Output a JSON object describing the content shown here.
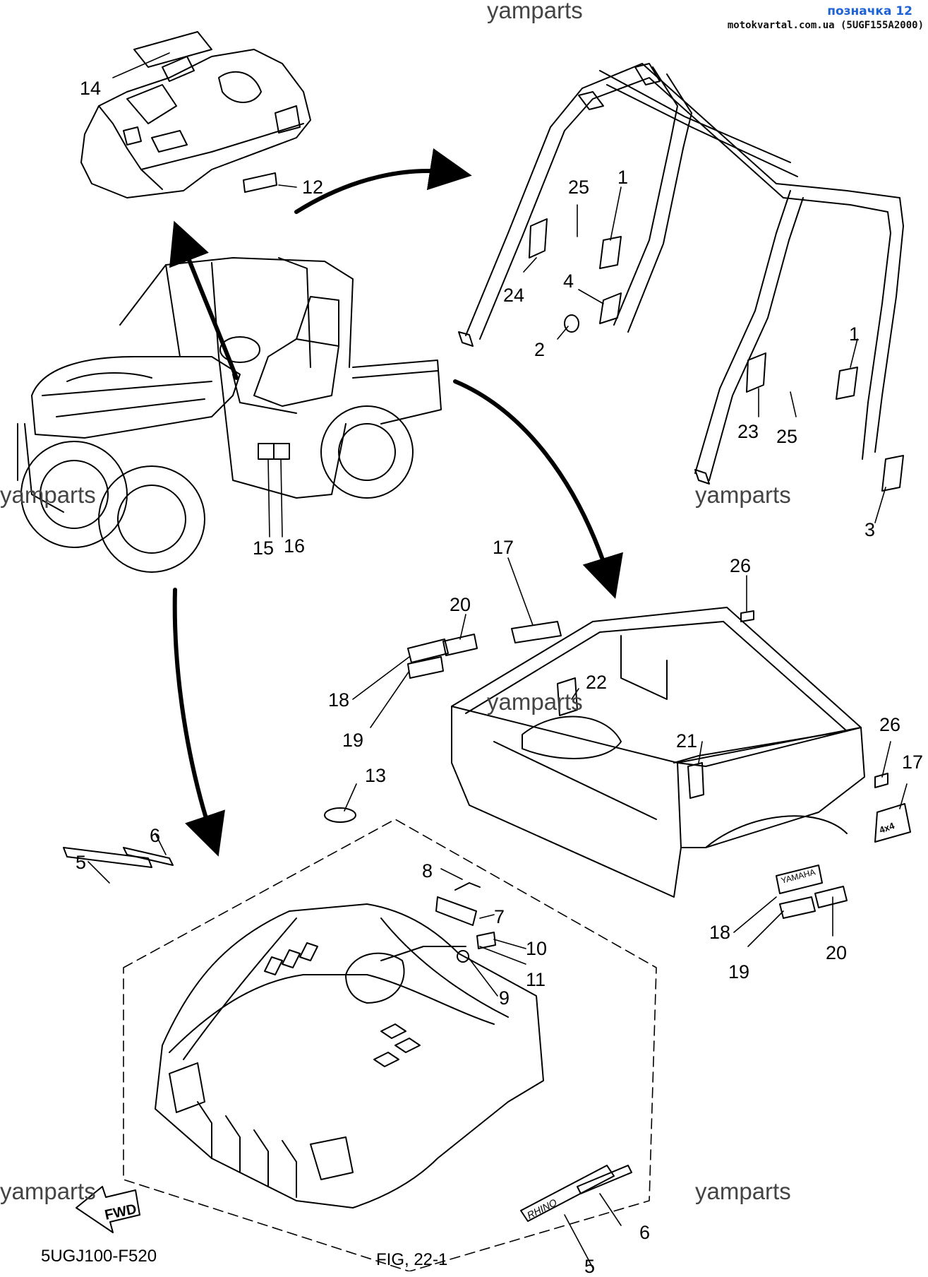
{
  "header": {
    "title": "позначка 12",
    "site": "motokvartal.com.ua (5UGF155A2000)"
  },
  "watermarks": [
    "yamparts",
    "yamparts",
    "yamparts",
    "yamparts",
    "yamparts",
    "yamparts"
  ],
  "diagram_code": "5UGJ100-F520",
  "figure_ref": "FIG, 22-1",
  "fwd_text": "FWD",
  "decal_text": {
    "bed_logo": "YAMAHA",
    "badge": "4x4",
    "hood_stripe": "RHINO"
  },
  "callouts": [
    "14",
    "12",
    "25",
    "1",
    "24",
    "4",
    "2",
    "1",
    "23",
    "25",
    "3",
    "15",
    "16",
    "17",
    "26",
    "20",
    "18",
    "22",
    "19",
    "21",
    "26",
    "17",
    "13",
    "6",
    "5",
    "8",
    "7",
    "10",
    "11",
    "9",
    "18",
    "19",
    "20",
    "6",
    "5"
  ],
  "colors": {
    "ink": "#000000",
    "header_link": "#1e63d6",
    "watermark": "#444444"
  }
}
